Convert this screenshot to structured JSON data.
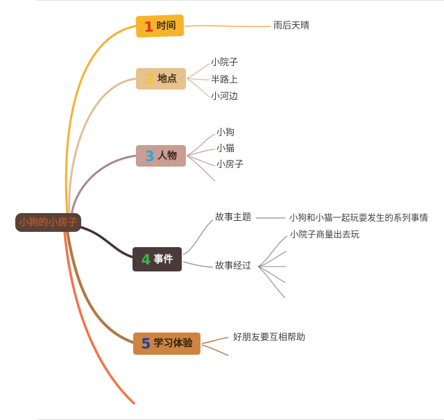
{
  "root": {
    "label": "小狗的小房子",
    "bg": "#5a4136",
    "text_color": "#b0532e"
  },
  "extra_branch_color": "#f3744b",
  "branches": [
    {
      "number": "1",
      "label": "时间",
      "box_bg": "#f7b42b",
      "number_color": "#e03226",
      "label_color": "#453016",
      "line_color": "#f3b232",
      "connector_color": "#f0b055",
      "children": [
        {
          "label": "雨后天晴"
        }
      ]
    },
    {
      "number": "2",
      "label": "地点",
      "box_bg": "#e7c28e",
      "number_color": "#f6c430",
      "label_color": "#453016",
      "line_color": "#dec098",
      "connector_color": "#dcc09c",
      "children": [
        {
          "label": "小院子"
        },
        {
          "label": "半路上"
        },
        {
          "label": "小河边"
        }
      ]
    },
    {
      "number": "3",
      "label": "人物",
      "box_bg": "#c89d93",
      "number_color": "#2ea3e2",
      "label_color": "#39281f",
      "line_color": "#a9888d",
      "connector_color": "#c2a09e",
      "children": [
        {
          "label": "小狗"
        },
        {
          "label": "小猫"
        },
        {
          "label": "小房子"
        }
      ]
    },
    {
      "number": "4",
      "label": "事件",
      "box_bg": "#4b3a3a",
      "number_color": "#3ab54d",
      "label_color": "#ffffff",
      "line_color": "#453434",
      "connector_color": "#8f8a8a",
      "children": [
        {
          "label": "故事主题",
          "children": [
            {
              "label": "小狗和小猫一起玩耍发生的系列事情"
            }
          ]
        },
        {
          "label": "故事经过",
          "children": [
            {
              "label": "小院子商量出去玩"
            }
          ]
        }
      ]
    },
    {
      "number": "5",
      "label": "学习体验",
      "box_bg": "#cd8443",
      "number_color": "#1e3fa5",
      "label_color": "#2f2012",
      "line_color": "#b3773f",
      "connector_color": "#c4824e",
      "children": [
        {
          "label": "好朋友要互相帮助"
        }
      ]
    }
  ]
}
